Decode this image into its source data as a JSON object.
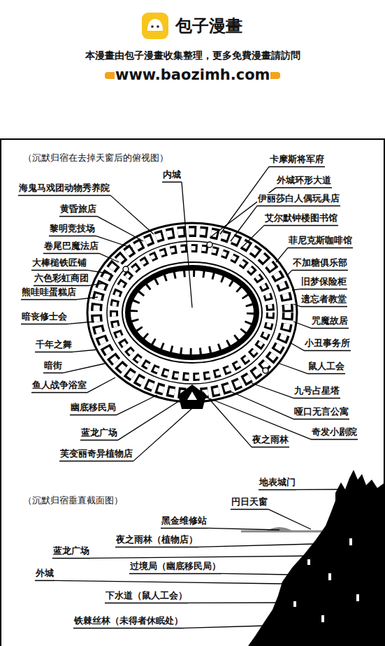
{
  "diagram": {
    "labels": [
      "包子漫畫",
      "本漫畫由包子漫畫收集整理，更多免費漫畫請訪問",
      "www.baozimh.com",
      "（沉默归宿在去掉天窗后的俯视图）",
      "卡摩斯将军府",
      "内城",
      "外城环形大道",
      "海鬼马戏团动物秀养院",
      "伊丽莎白人偶玩具店",
      "黄昏旅店",
      "艾尔默钟楼图书馆",
      "黎明竞技场",
      "菲尼克斯咖啡馆",
      "卷尾巴魔法店",
      "不加糖俱乐部",
      "大棒槌铁匠铺",
      "六色彩虹商团",
      "旧梦保险柜",
      "熊哇哇蛋糕店",
      "遗忘者教堂",
      "暗丧修士会",
      "咒魔故居",
      "小丑事务所",
      "千年之舞",
      "暗街",
      "鼠人工会",
      "鱼人战争浴室",
      "九号占星塔",
      "幽底移民局",
      "哑口无言公寓",
      "蓝龙广场",
      "奇发小剧院",
      "夜之雨林",
      "芙变丽奇异植物店",
      "（沉默归宿垂直截面图）",
      "地表城门",
      "円日天窗",
      "黑金维修站",
      "夜之雨林（植物店）",
      "蓝龙广场",
      "过境局（幽底移民局）",
      "外城",
      "下水道（鼠人工会）",
      "铁棘丝林（未得者休眠处）"
    ]
  }
}
